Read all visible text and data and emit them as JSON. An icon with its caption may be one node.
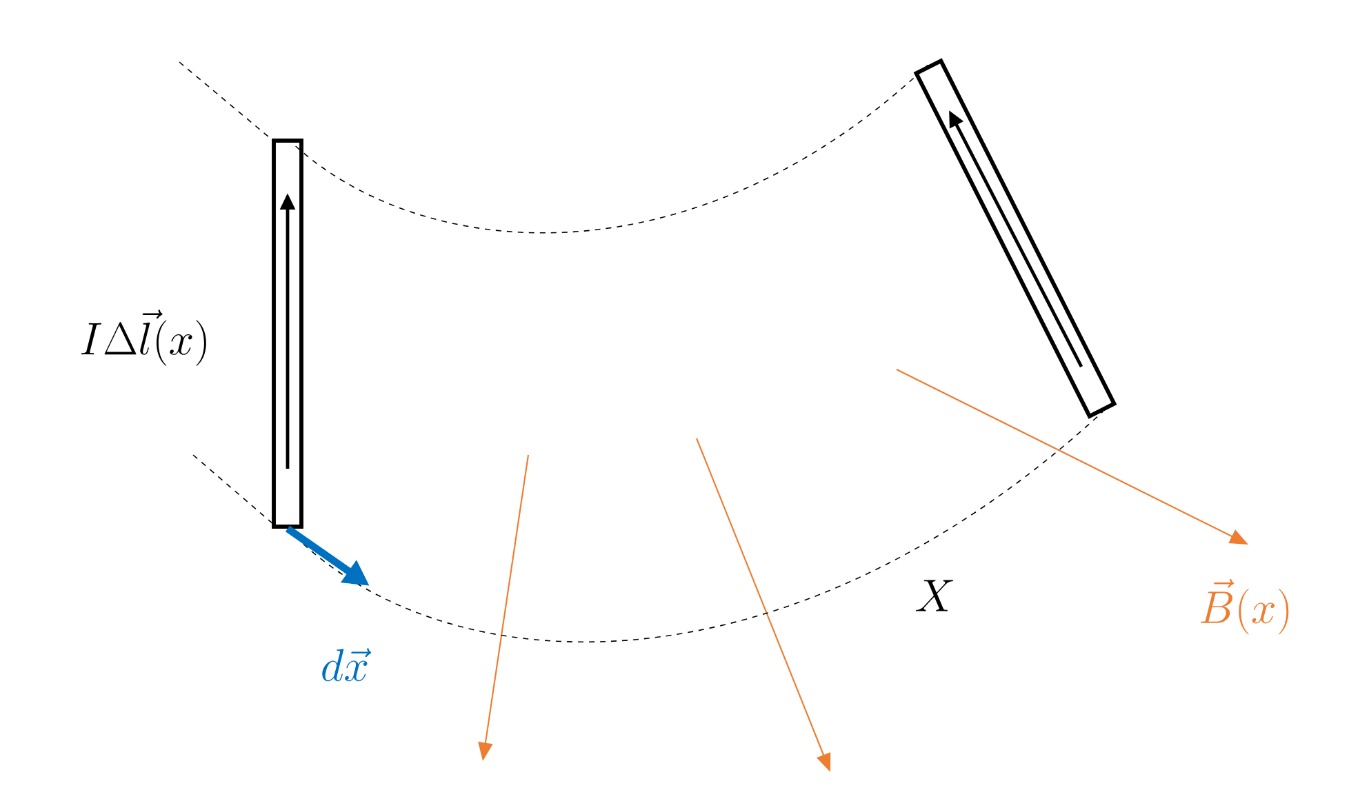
{
  "diagram": {
    "nodes": [
      {
        "text": [],
        "shape": "box",
        "beside": [
          "I\\Delta\\vec{l}(x)"
        ]
      },
      {
        "text": [],
        "shape": "box"
      }
    ],
    "edges": [
      {
        "from": 0,
        "to": 1,
        "arrow": "none",
        "style": "dashed"
      },
      {
        "from": 0,
        "to": 1,
        "arrow": "none",
        "style": "dashed"
      },
      {
        "from": 0,
        "to": null,
        "arrow": "to",
        "style": "thick",
        "color": "#0070c0",
        "label": "d\\vec{x}"
      }
    ],
    "labels": [
      "X",
      "\\vec{B}(x)"
    ]
  }
}
